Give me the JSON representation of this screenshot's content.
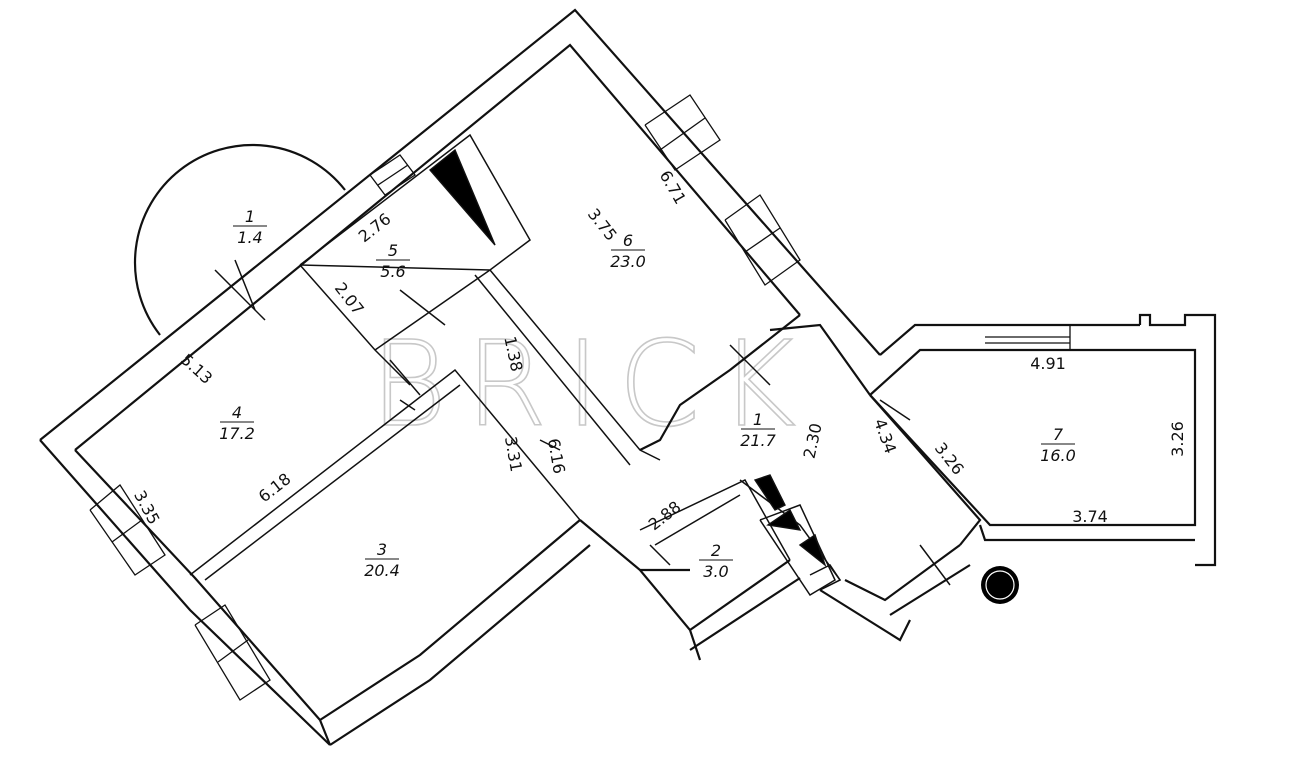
{
  "watermark": "BRICK",
  "rooms": [
    {
      "number": "1",
      "area": "1.4"
    },
    {
      "number": "5",
      "area": "5.6"
    },
    {
      "number": "6",
      "area": "23.0"
    },
    {
      "number": "4",
      "area": "17.2"
    },
    {
      "number": "3",
      "area": "20.4"
    },
    {
      "number": "1",
      "area": "21.7"
    },
    {
      "number": "2",
      "area": "3.0"
    },
    {
      "number": "7",
      "area": "16.0"
    }
  ],
  "dimensions": [
    "2.76",
    "2.07",
    "3.75",
    "6.71",
    "5.13",
    "1.38",
    "3.31",
    "6.16",
    "3.35",
    "6.18",
    "2.88",
    "2.30",
    "4.34",
    "3.26",
    "4.91",
    "3.26",
    "3.74"
  ]
}
